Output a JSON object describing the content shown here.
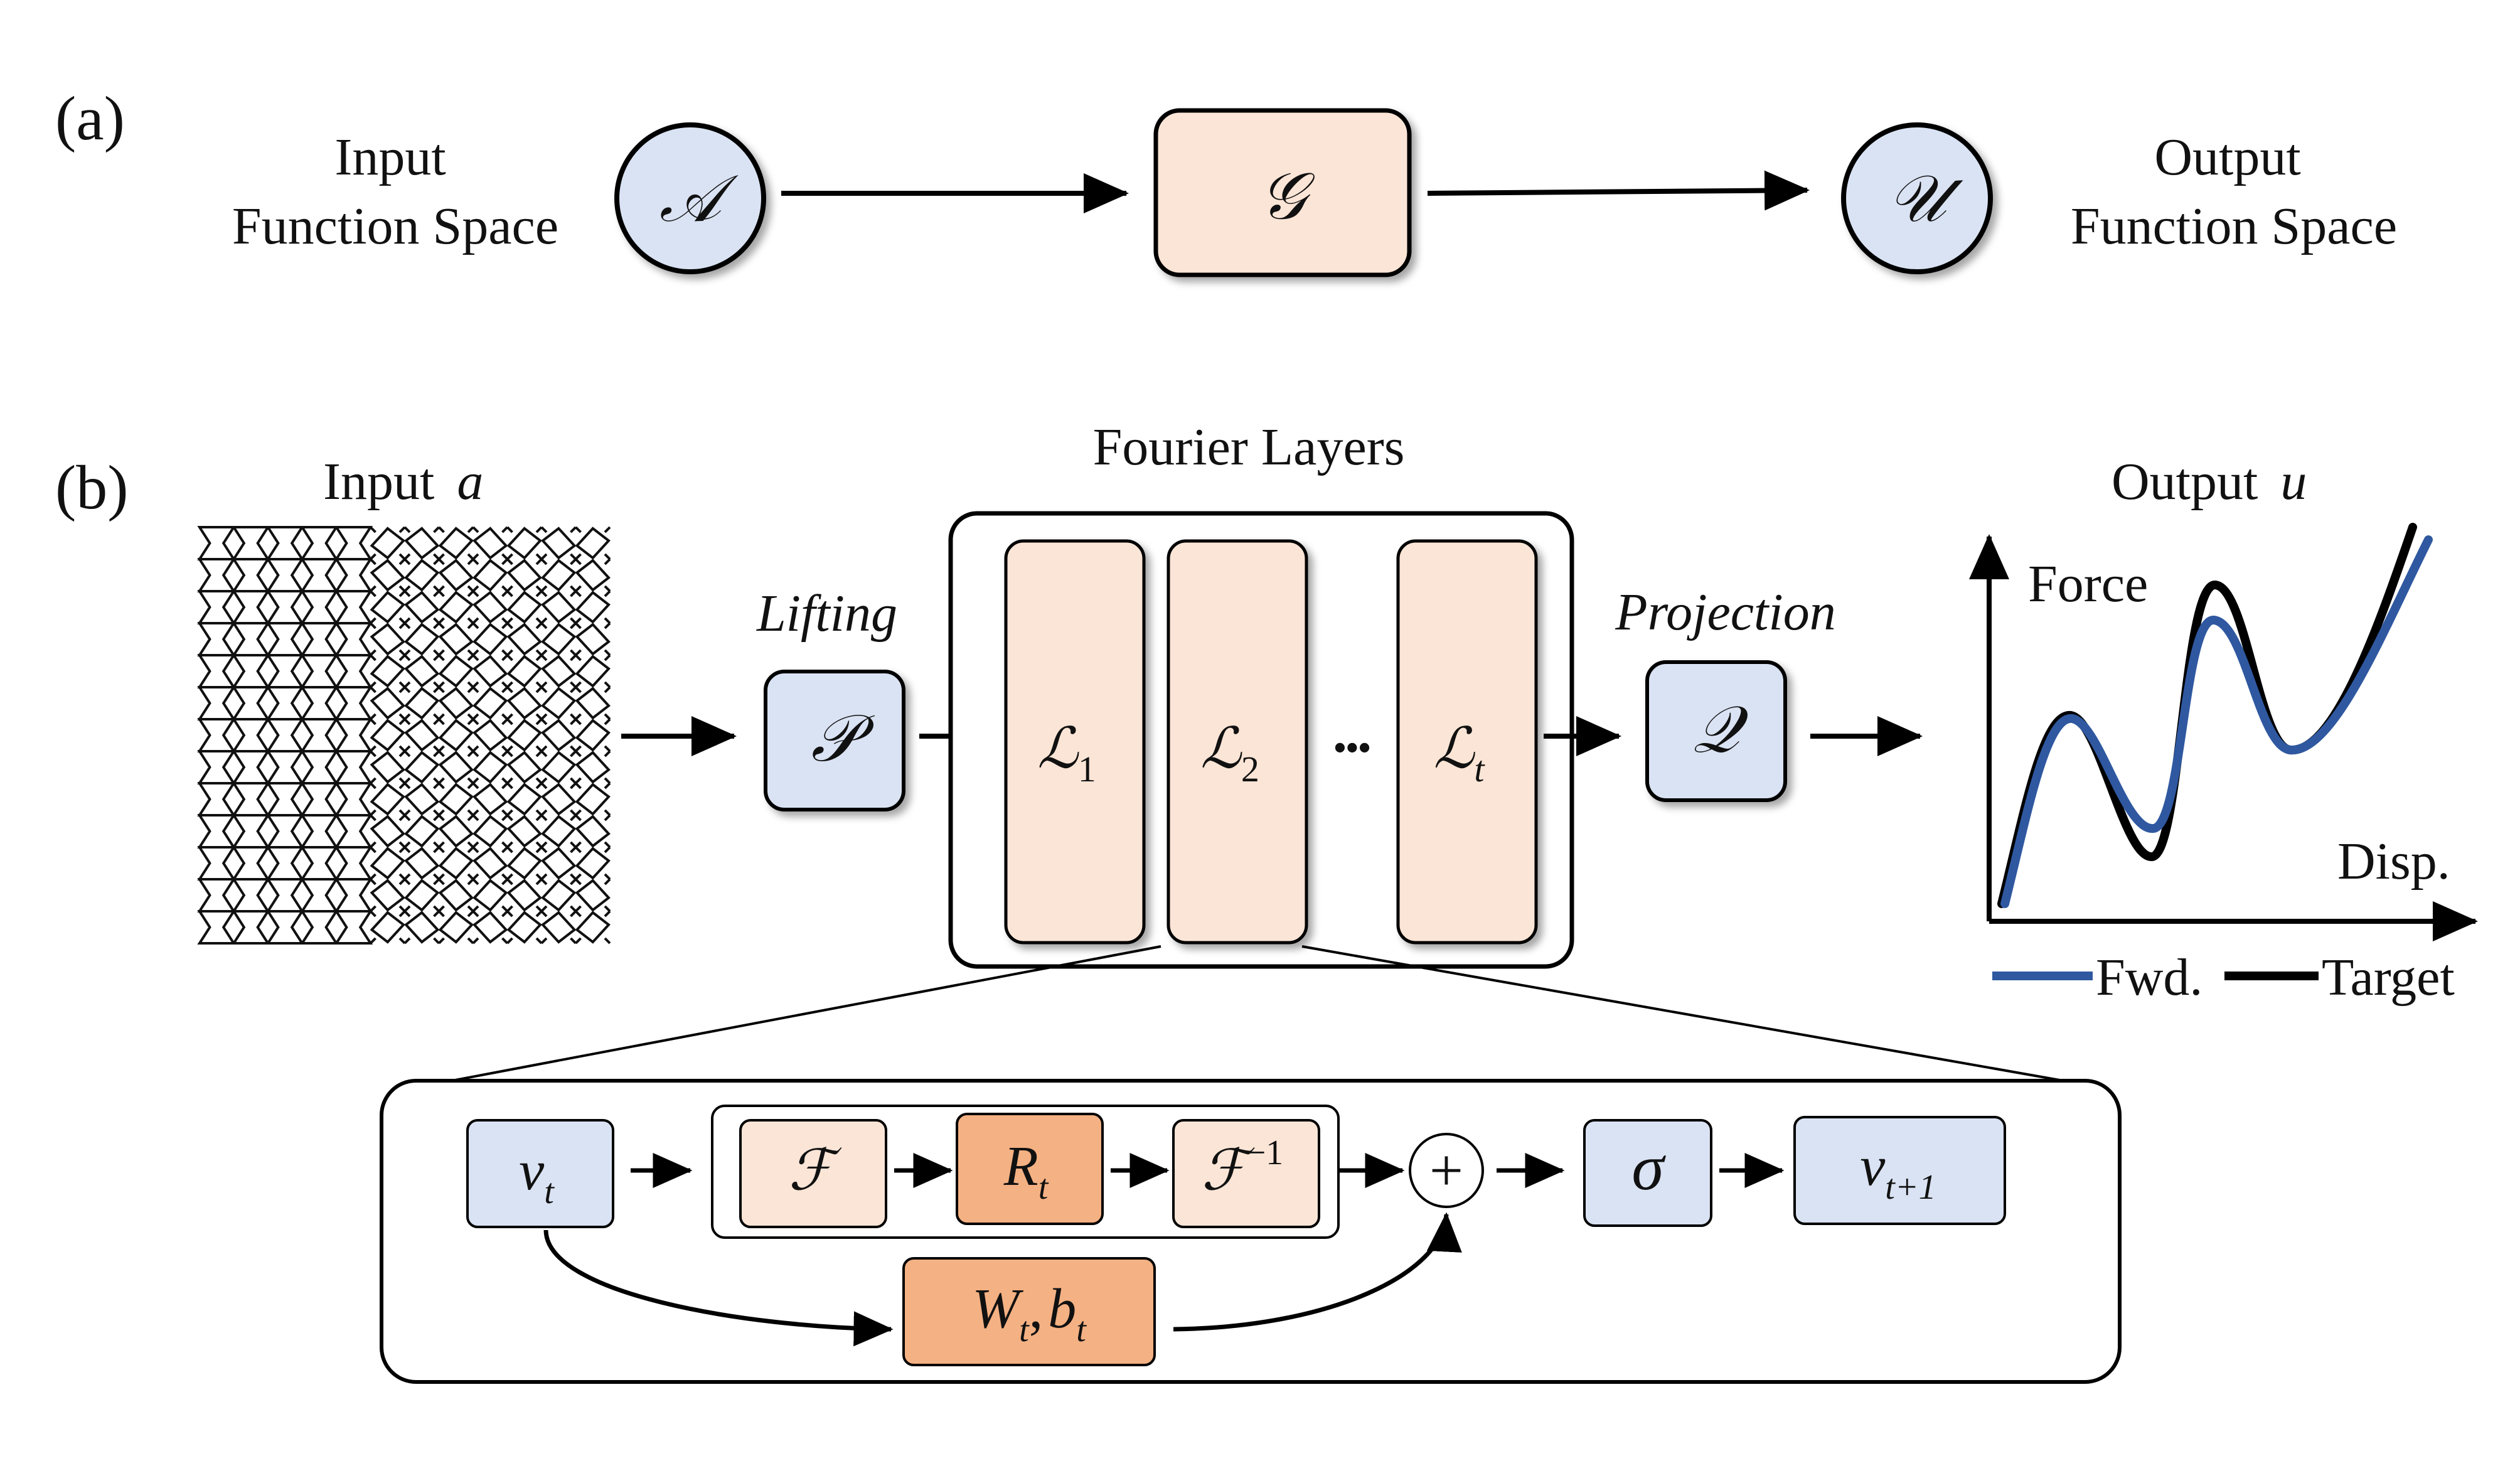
{
  "panel_a": {
    "label": "(a)",
    "input_label_line1": "Input",
    "input_label_line2": "Function Space",
    "input_symbol": "𝒜",
    "operator_symbol": "𝒢",
    "output_symbol": "𝒰",
    "output_label_line1": "Output",
    "output_label_line2": "Function Space"
  },
  "panel_b": {
    "label": "(b)",
    "input_title": "Input",
    "input_var": "a",
    "lifting_label": "Lifting",
    "lifting_symbol": "𝒫",
    "fourier_title": "Fourier Layers",
    "layers": [
      {
        "symbol": "ℒ",
        "sub": "1"
      },
      {
        "symbol": "ℒ",
        "sub": "2"
      },
      {
        "symbol": "ℒ",
        "sub": "t"
      }
    ],
    "ellipsis": "•••",
    "projection_label": "Projection",
    "projection_symbol": "𝒬",
    "output_title": "Output",
    "output_var": "u",
    "graph": {
      "ylabel": "Force",
      "xlabel": "Disp.",
      "legend_fwd": "Fwd.",
      "legend_target": "Target",
      "color_fwd": "#2f58a0",
      "color_target": "#000000"
    },
    "detail": {
      "v_in": "v",
      "v_in_sub": "t",
      "fft": "ℱ",
      "r": "R",
      "r_sub": "t",
      "ifft": "ℱ",
      "ifft_sup": "−1",
      "plus": "+",
      "sigma": "σ",
      "v_out": "v",
      "v_out_sub": "t+1",
      "w": "W",
      "w_sub": "t",
      "b": "b",
      "b_sub": "t",
      "comma": ","
    }
  },
  "colors": {
    "blue_fill": "#dae3f3",
    "peach_fill": "#fbe5d6",
    "orange_fill": "#f4b183",
    "line": "#000000"
  }
}
